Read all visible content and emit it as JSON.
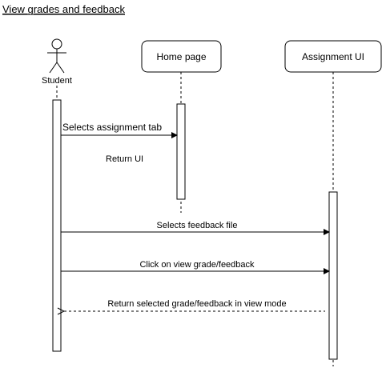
{
  "title": "View grades and feedback",
  "participants": {
    "student": "Student",
    "home_page": "Home page",
    "assignment_ui": "Assignment UI"
  },
  "messages": [
    {
      "label": "Selects assignment tab",
      "from": "student",
      "to": "home_page",
      "style": "solid"
    },
    {
      "label": "Return UI",
      "from": "home_page",
      "to": "student",
      "style": "none"
    },
    {
      "label": "Selects feedback file",
      "from": "student",
      "to": "assignment_ui",
      "style": "solid"
    },
    {
      "label": "Click on view grade/feedback",
      "from": "student",
      "to": "assignment_ui",
      "style": "solid"
    },
    {
      "label": "Return selected grade/feedback in view mode",
      "from": "assignment_ui",
      "to": "student",
      "style": "dashed"
    }
  ]
}
